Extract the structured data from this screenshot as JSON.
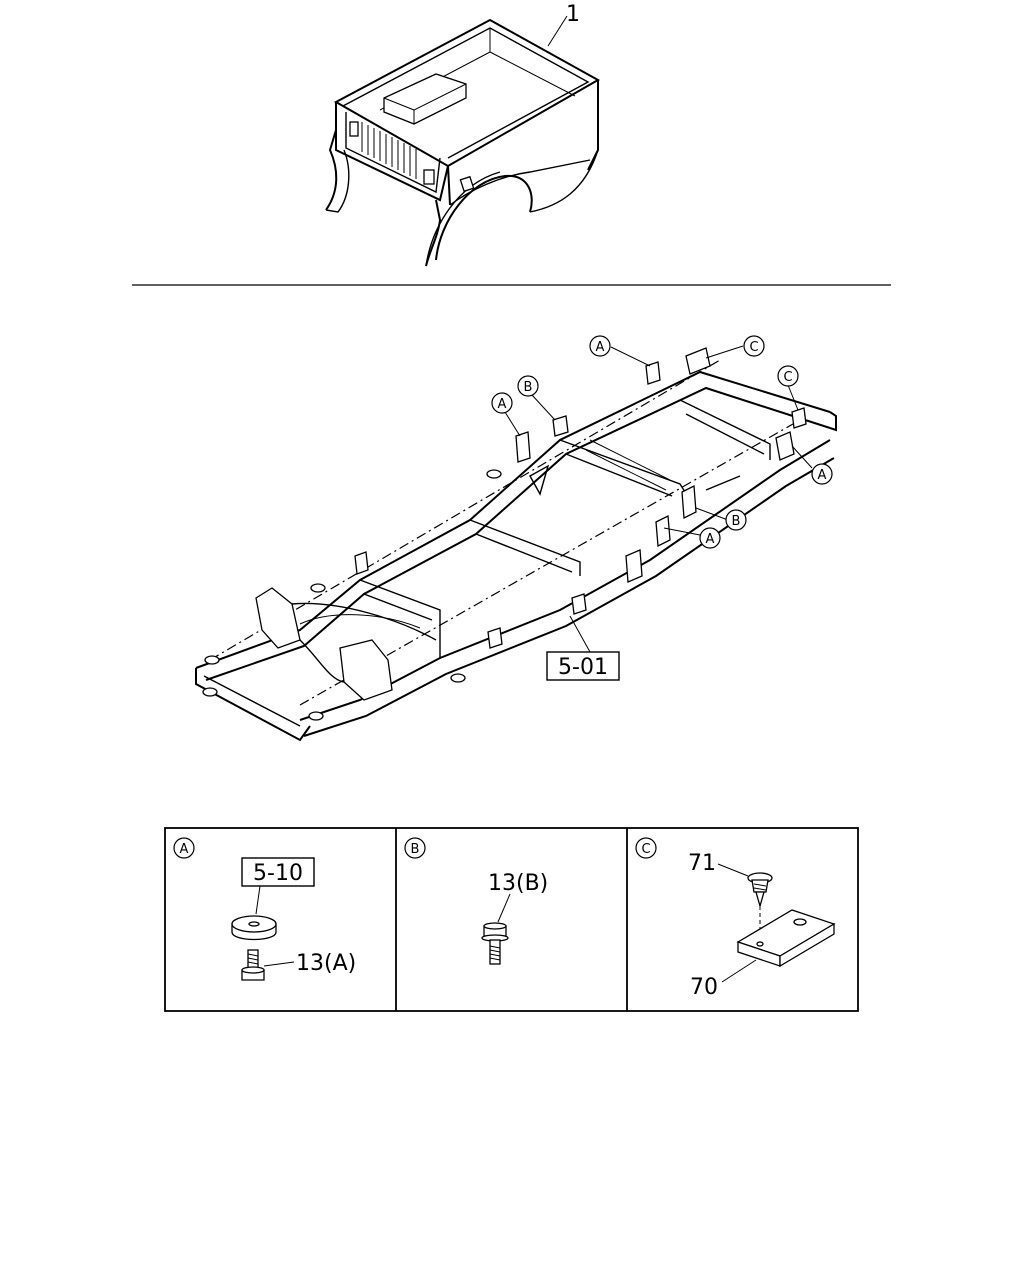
{
  "top_callout": {
    "number": "1"
  },
  "frame_callout": {
    "ref": "5-01"
  },
  "frame_circle_labels": {
    "a1": "A",
    "a2": "A",
    "a3": "A",
    "a4": "A",
    "b1": "B",
    "b2": "B",
    "c1": "C",
    "c2": "C"
  },
  "details": {
    "a": {
      "circle": "A",
      "ref": "5-10",
      "bolt": "13(A)"
    },
    "b": {
      "circle": "B",
      "bolt": "13(B)"
    },
    "c": {
      "circle": "C",
      "screw": "71",
      "plate": "70"
    }
  }
}
